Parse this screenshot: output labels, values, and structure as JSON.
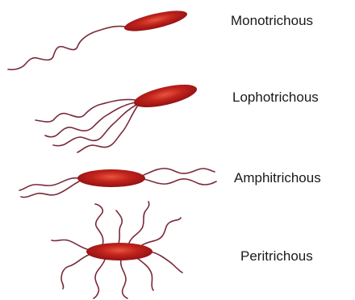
{
  "types": [
    {
      "label": "Monotrichous"
    },
    {
      "label": "Lophotrichous"
    },
    {
      "label": "Amphitrichous"
    },
    {
      "label": "Peritrichous"
    }
  ],
  "colors": {
    "cell_dark": "#8e0f14",
    "cell_mid": "#c2241c",
    "cell_light": "#e8543f",
    "flagellum": "#7a2a3a"
  }
}
